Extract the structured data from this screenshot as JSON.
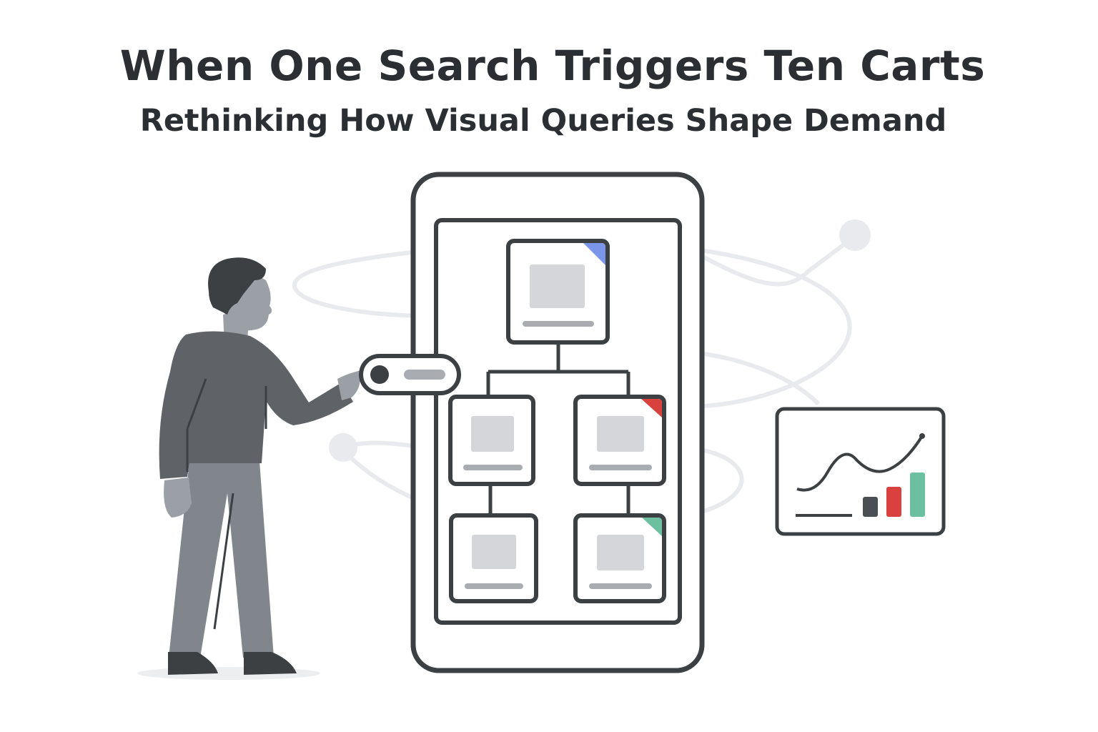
{
  "header": {
    "title": "When One Search Triggers Ten Carts",
    "subtitle": "Rethinking How Visual Queries Shape Demand"
  },
  "colors": {
    "outline": "#3c4043",
    "accent_blue": "#7b96e8",
    "accent_red": "#d9413f",
    "accent_green": "#6cbf9f",
    "figure_dark": "#5f6368",
    "figure_mid": "#80868b",
    "figure_light": "#9aa0a6",
    "placeholder": "#d4d6d9",
    "orbit": "#e8eaed"
  },
  "icons": [
    "person-illustration",
    "search-pill-icon",
    "smartphone-frame",
    "product-card",
    "trend-chart-icon"
  ],
  "cards": [
    {
      "id": "top",
      "corner_tag": "blue"
    },
    {
      "id": "mid-left",
      "corner_tag": "none"
    },
    {
      "id": "mid-right",
      "corner_tag": "red"
    },
    {
      "id": "bottom-left",
      "corner_tag": "none"
    },
    {
      "id": "bottom-right",
      "corner_tag": "green"
    }
  ],
  "trend_panel": {
    "bars": [
      {
        "color": "dark",
        "level": 0.45
      },
      {
        "color": "red",
        "level": 0.68
      },
      {
        "color": "green",
        "level": 1.0
      }
    ]
  }
}
